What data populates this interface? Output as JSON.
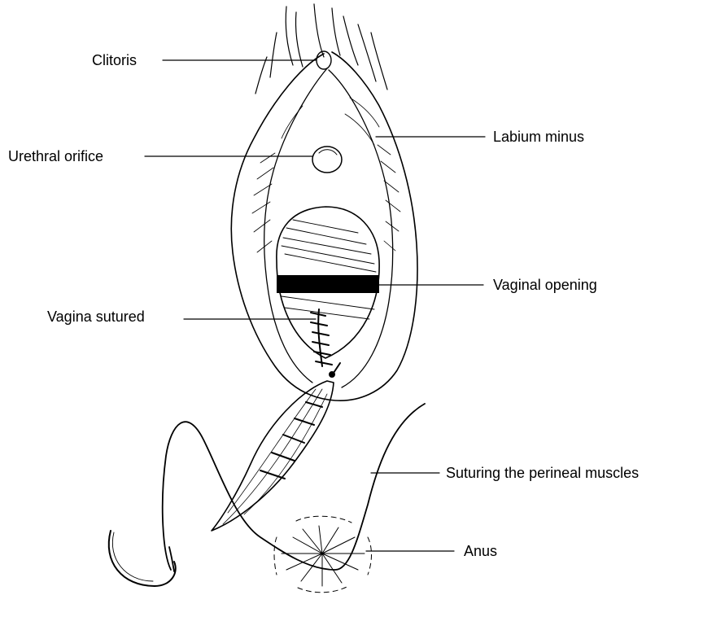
{
  "labels": {
    "clitoris": "Clitoris",
    "labium_minus": "Labium minus",
    "urethral_orifice": "Urethral orifice",
    "vaginal_opening": "Vaginal opening",
    "vagina_sutured": "Vagina sutured",
    "suturing_perineal_muscles": "Suturing the perineal muscles",
    "anus": "Anus"
  },
  "colors": {
    "ink": "#000000",
    "background": "#ffffff"
  }
}
